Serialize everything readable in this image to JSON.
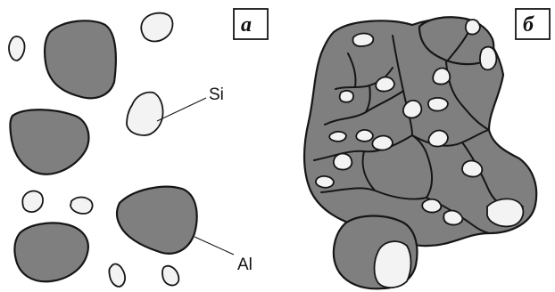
{
  "panels": [
    {
      "letter": "а"
    },
    {
      "letter": "б"
    }
  ],
  "labels": {
    "si": "Si",
    "al": "Al"
  },
  "colors": {
    "aluminium_particle": "#7f7f7f",
    "silicon_particle": "#f3f3f3",
    "outline": "#161616"
  }
}
